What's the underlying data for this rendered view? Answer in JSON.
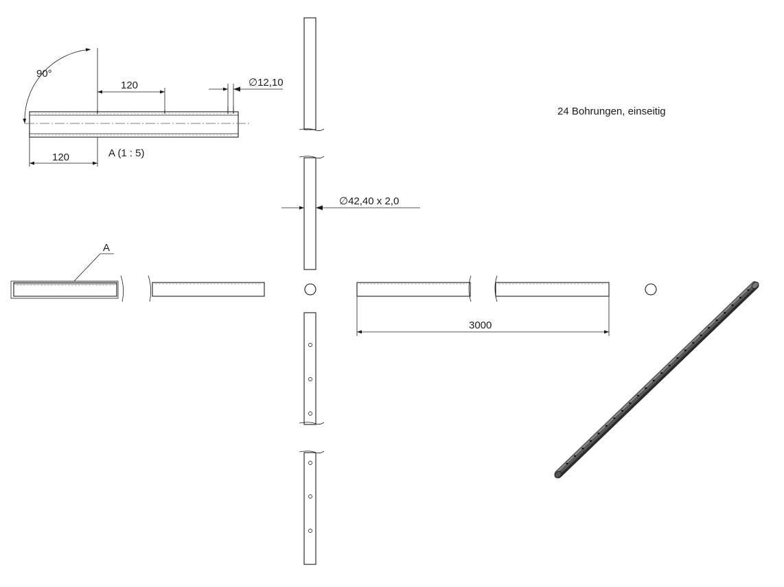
{
  "note": "24 Bohrungen, einseitig",
  "detail_label": "A (1 : 5)",
  "section_marker": "A",
  "dims": {
    "angle": "90°",
    "spacing_top": "120",
    "spacing_bottom": "120",
    "hole_diameter": "∅12,10",
    "tube_diameter": "∅42,40 x 2,0",
    "length": "3000"
  },
  "colors": {
    "line": "#1a1a1a",
    "tube_iso_dark": "#3a3a3a",
    "tube_iso_light": "#8a8a8a"
  }
}
